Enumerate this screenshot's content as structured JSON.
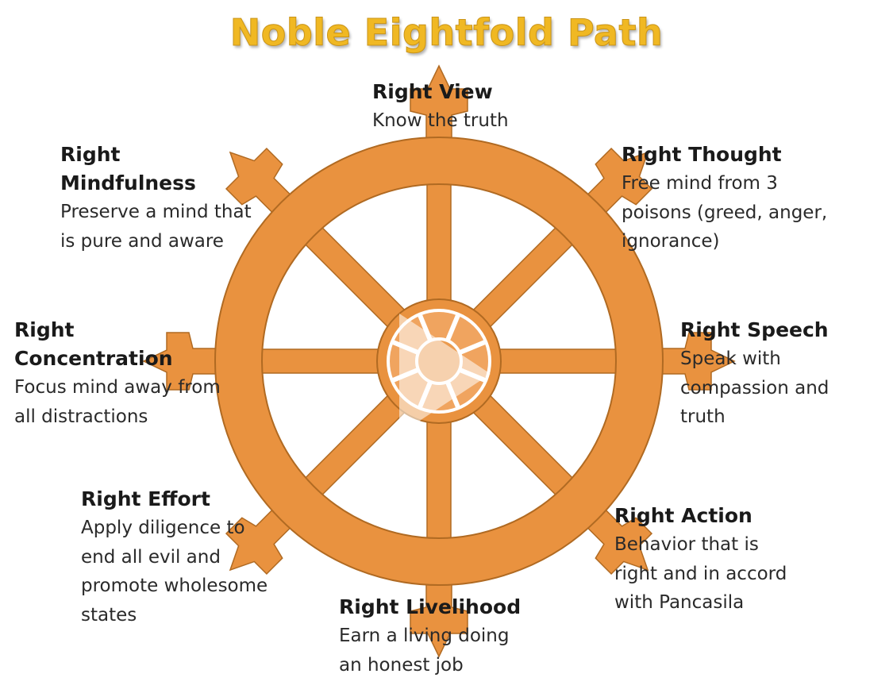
{
  "title": "Noble Eightfold Path",
  "colors": {
    "title": "#f0b823",
    "wheel": "#e9923f",
    "wheel_stroke": "#b06a22",
    "hub": "#f0a45f"
  },
  "wheel_icon": "dharma-wheel-icon",
  "overlay_icon": "play-icon",
  "steps": [
    {
      "key": "view",
      "name": "Right View",
      "desc": "Know the truth"
    },
    {
      "key": "thought",
      "name": "Right Thought",
      "desc": "Free mind from 3\npoisons (greed, anger,\nignorance)"
    },
    {
      "key": "speech",
      "name": "Right Speech",
      "desc": "Speak with\ncompassion and\ntruth"
    },
    {
      "key": "action",
      "name": "Right Action",
      "desc": "Behavior that is\nright and in accord\nwith Pancasila"
    },
    {
      "key": "livelihood",
      "name": "Right Livelihood",
      "desc": "Earn a living doing\nan honest job"
    },
    {
      "key": "effort",
      "name": "Right Effort",
      "desc": "Apply diligence to\nend all evil and\npromote wholesome\nstates"
    },
    {
      "key": "concentration",
      "name": "Right\nConcentration",
      "desc": "Focus mind away from\nall distractions"
    },
    {
      "key": "mindfulness",
      "name": "Right\nMindfulness",
      "desc": "Preserve a mind that\nis pure and aware"
    }
  ]
}
